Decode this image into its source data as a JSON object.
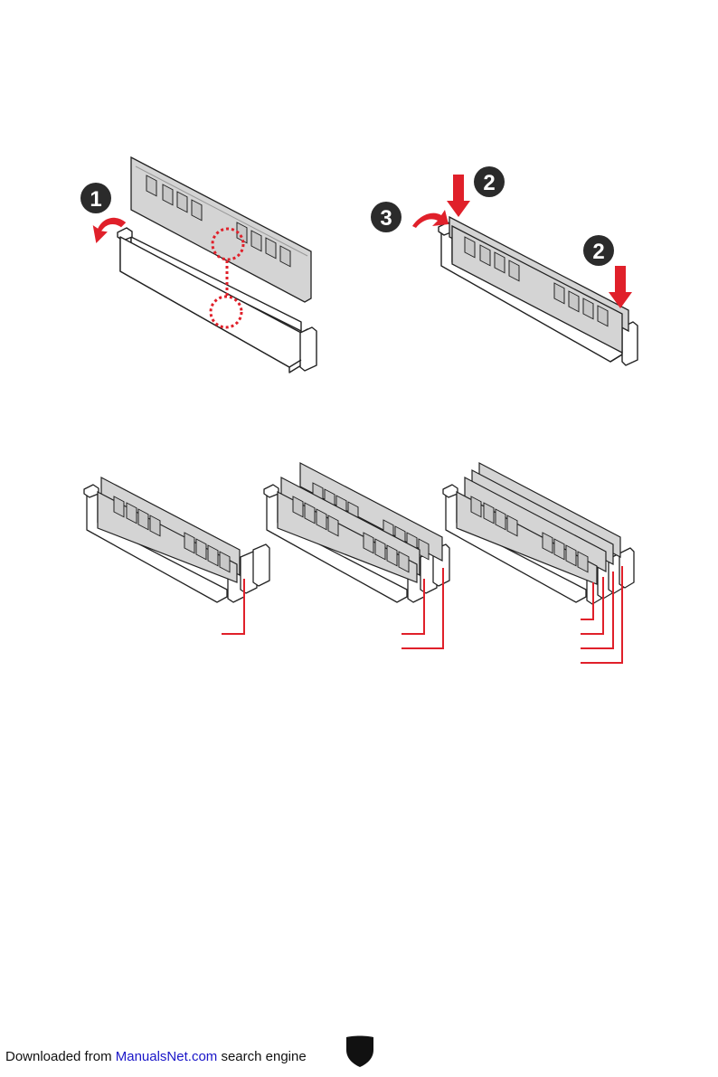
{
  "steps": {
    "unlock": "1",
    "insert_left": "2",
    "insert_right": "2",
    "lock": "3"
  },
  "configs": [
    {
      "modules": 1
    },
    {
      "modules": 2
    },
    {
      "modules": 4
    }
  ],
  "footer": {
    "prefix": "Downloaded from ",
    "link": "ManualsNet.com",
    "suffix": " search engine"
  },
  "colors": {
    "accent_red": "#e0202a",
    "badge_dark": "#2b2b2b",
    "module_fill": "#d4d4d4",
    "link_blue": "#1a16c8"
  },
  "icons": [
    "curved-arrow-icon",
    "down-arrow-icon",
    "notch-highlight-icon",
    "shield-logo-icon"
  ]
}
